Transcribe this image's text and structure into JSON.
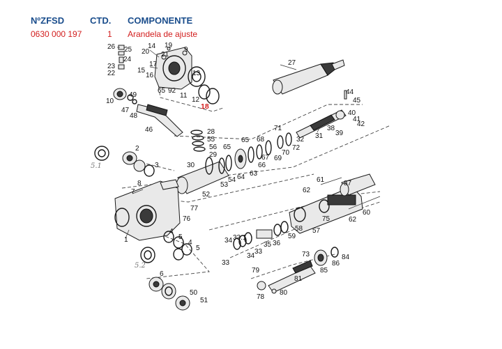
{
  "header": {
    "col_code": "NºZFSD",
    "col_qty": "CTD.",
    "col_component": "COMPONENTE"
  },
  "selected_part": {
    "code": "0630 000 197",
    "qty": "1",
    "component": "Arandela de ajuste",
    "highlight_color": "#d21e1e"
  },
  "diagram": {
    "highlighted_label": "18",
    "labels": [
      "26",
      "25",
      "24",
      "23",
      "22",
      "14",
      "19",
      "20",
      "21",
      "9",
      "17",
      "15",
      "16",
      "13",
      "65",
      "92",
      "11",
      "12",
      "27",
      "10",
      "49",
      "47",
      "48",
      "46",
      "44",
      "45",
      "40",
      "41",
      "42",
      "38",
      "39",
      "31",
      "28",
      "55",
      "56",
      "29",
      "65",
      "65",
      "68",
      "71",
      "32",
      "72",
      "67",
      "69",
      "70",
      "66",
      "63",
      "64",
      "53",
      "54",
      "52",
      "30",
      "5.1",
      "2",
      "3",
      "8",
      "7",
      "61",
      "62",
      "87",
      "77",
      "76",
      "60",
      "62",
      "75",
      "58",
      "57",
      "59",
      "1",
      "4",
      "5",
      "4",
      "5",
      "34",
      "33.1",
      "33",
      "36",
      "35",
      "34",
      "33",
      "73",
      "86",
      "84",
      "85",
      "79",
      "81",
      "78",
      "80",
      "6",
      "5.2",
      "50",
      "51"
    ]
  }
}
